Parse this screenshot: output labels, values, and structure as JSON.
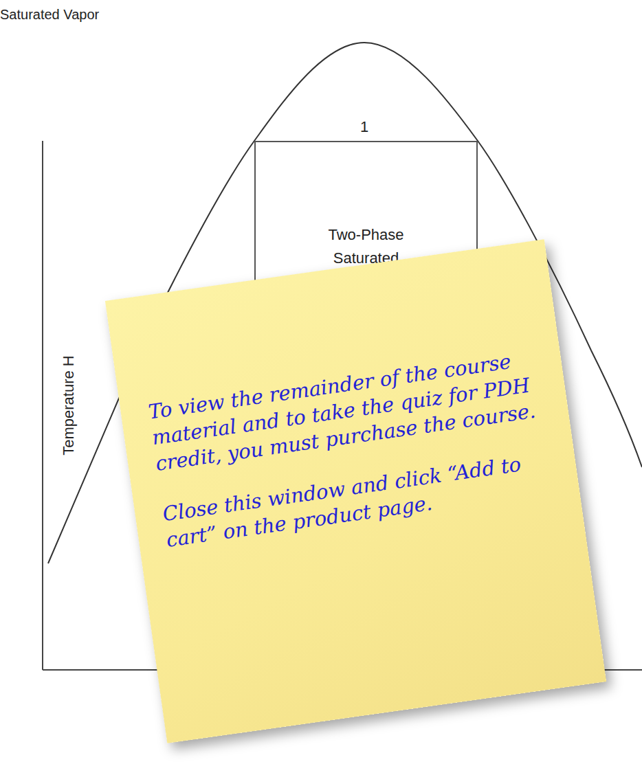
{
  "diagram": {
    "nodes": [
      {
        "text": [
          "Two-Phase Saturated"
        ]
      },
      {
        "text": [
          "To view the remainder of the course material and to take the quiz for PDH credit, you must purchase the course.",
          "Close this window and click “Add to cart” on the product page."
        ]
      }
    ],
    "labels": [
      "Saturated Vapor",
      "1",
      "Temperature H"
    ]
  }
}
